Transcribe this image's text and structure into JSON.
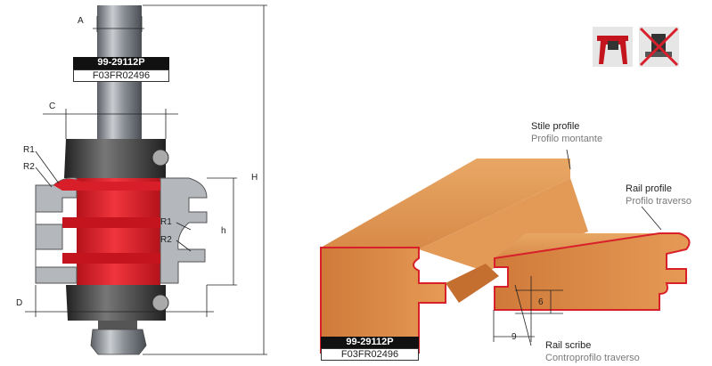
{
  "left_figure": {
    "product_code": "99-29112P",
    "catalog_code": "F03FR02496",
    "dims": {
      "A": "A",
      "C": "C",
      "D": "D",
      "H": "H",
      "h": "h",
      "R1_top": "R1",
      "R2_top": "R2",
      "R1_mid": "R1",
      "R2_mid": "R2"
    }
  },
  "right_figure": {
    "product_code": "99-29112P",
    "catalog_code": "F03FR02496",
    "stile_profile": {
      "title": "Stile profile",
      "subtitle": "Profilo montante"
    },
    "rail_profile": {
      "title": "Rail profile",
      "subtitle": "Profilo traverso"
    },
    "rail_scribe": {
      "title": "Rail scribe",
      "subtitle": "Controprofilo traverso"
    },
    "dim_9": "9",
    "dim_6": "6"
  },
  "icons": {
    "table_router": "router-table-icon",
    "handheld_router_not": "handheld-router-prohibited-icon"
  },
  "colors": {
    "red": "#e0202a",
    "steel": "#9aa0a6",
    "dark": "#3a3a3a",
    "wood": "#d8894a",
    "wood_light": "#e9a868"
  }
}
